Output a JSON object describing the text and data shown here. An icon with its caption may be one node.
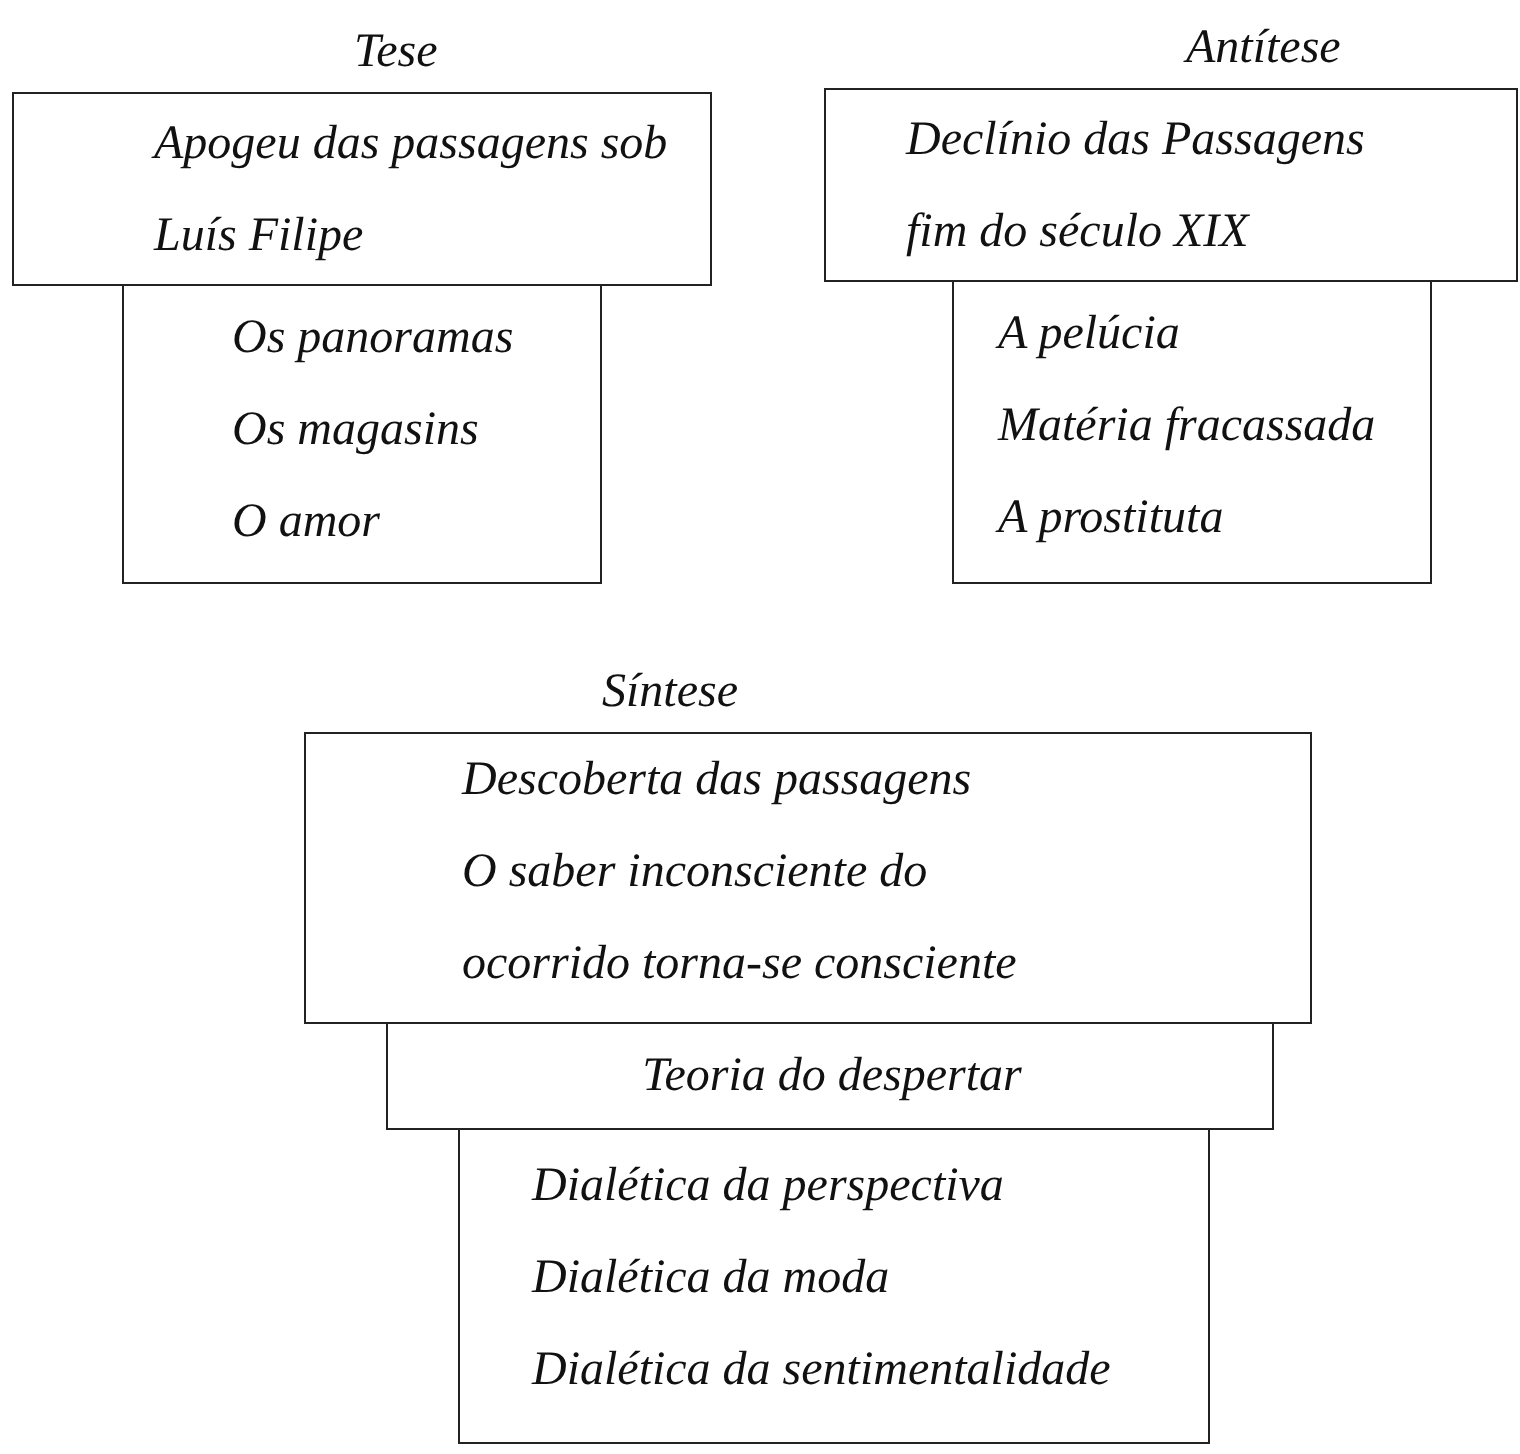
{
  "diagram": {
    "nodes": [
      {
        "text": [
          "Tese",
          "Apogeu das passagens sob Luís Filipe"
        ]
      },
      {
        "text": [
          "Os panoramas",
          "Os magasins",
          "O amor"
        ]
      },
      {
        "text": [
          "Antítese",
          "Declínio das Passagens fim do século XIX"
        ]
      },
      {
        "text": [
          "A pelúcia",
          "Matéria fracassada",
          "A prostituta"
        ]
      },
      {
        "text": [
          "Síntese",
          "Descoberta das passagens",
          "O saber inconsciente do ocorrido torna-se consciente"
        ]
      },
      {
        "text": [
          "Teoria do despertar"
        ]
      },
      {
        "text": [
          "Dialética da perspectiva",
          "Dialética da moda",
          "Dialética da sentimentalidade"
        ]
      }
    ]
  }
}
